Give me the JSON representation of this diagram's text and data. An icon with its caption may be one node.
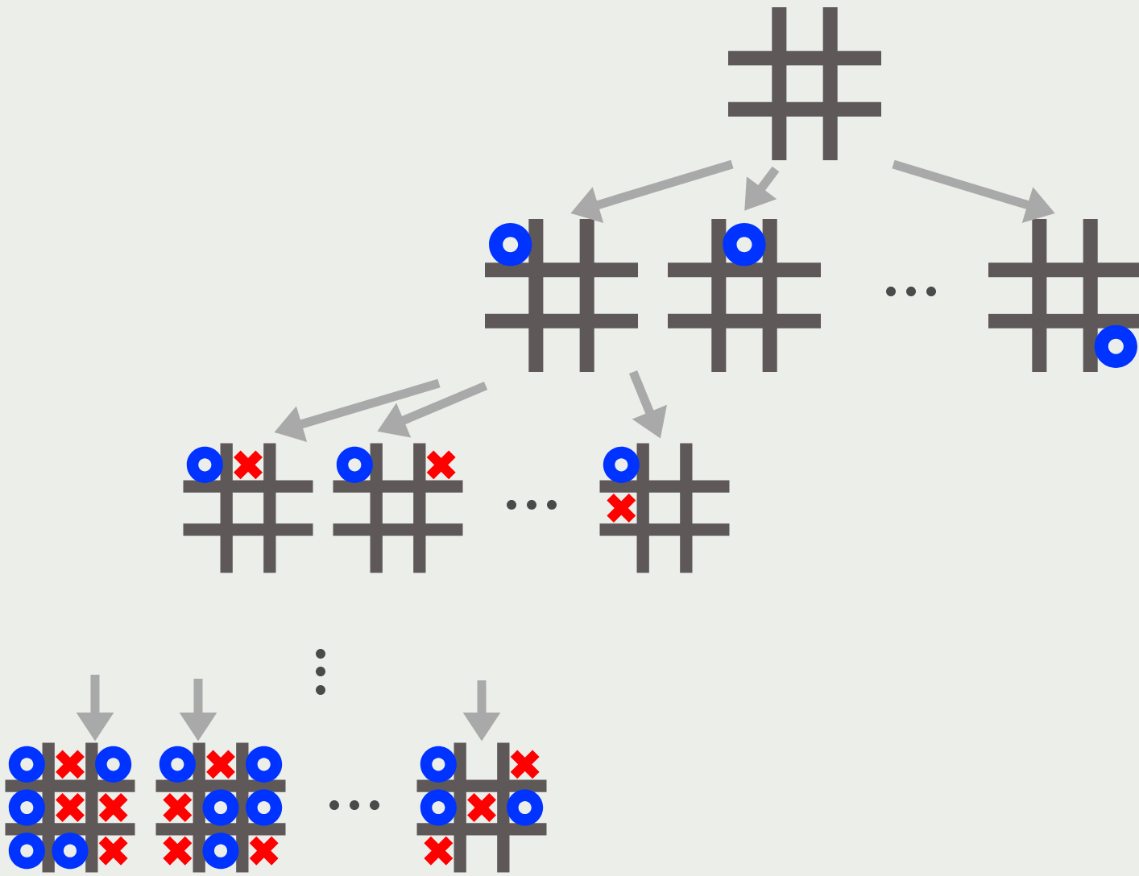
{
  "diagram": {
    "nodes": [
      {
        "text": [],
        "shape": "grid"
      },
      {
        "text": [],
        "shape": "grid"
      },
      {
        "text": [],
        "shape": "grid"
      },
      {
        "text": [],
        "shape": "grid"
      },
      {
        "text": [],
        "shape": "grid"
      },
      {
        "text": [],
        "shape": "grid"
      },
      {
        "text": [],
        "shape": "grid"
      },
      {
        "text": [],
        "shape": "grid"
      },
      {
        "text": [],
        "shape": "grid"
      },
      {
        "text": [],
        "shape": "grid"
      }
    ],
    "edges": [
      {
        "from": 0,
        "to": 1,
        "arrow": "to"
      },
      {
        "from": 0,
        "to": 2,
        "arrow": "to"
      },
      {
        "from": 0,
        "to": 3,
        "arrow": "to"
      },
      {
        "from": 1,
        "to": 4,
        "arrow": "to"
      },
      {
        "from": 1,
        "to": 5,
        "arrow": "to"
      },
      {
        "from": 1,
        "to": 6,
        "arrow": "to"
      },
      {
        "from": null,
        "to": 7,
        "arrow": "to"
      },
      {
        "from": null,
        "to": 8,
        "arrow": "to"
      },
      {
        "from": null,
        "to": 9,
        "arrow": "to"
      }
    ]
  }
}
